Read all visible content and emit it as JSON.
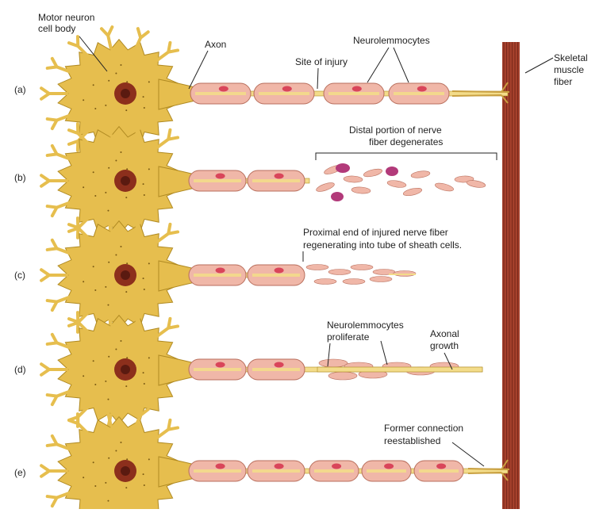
{
  "rows": [
    {
      "id": "a",
      "label": "(a)"
    },
    {
      "id": "b",
      "label": "(b)"
    },
    {
      "id": "c",
      "label": "(c)"
    },
    {
      "id": "d",
      "label": "(d)"
    },
    {
      "id": "e",
      "label": "(e)"
    }
  ],
  "labels": {
    "motor_neuron_line1": "Motor neuron",
    "motor_neuron_line2": "cell body",
    "axon": "Axon",
    "site_of_injury": "Site of injury",
    "neurolemmocytes": "Neurolemmocytes",
    "skeletal_line1": "Skeletal",
    "skeletal_line2": "muscle",
    "skeletal_line3": "fiber",
    "distal_line1": "Distal portion of nerve",
    "distal_line2": "fiber degenerates",
    "proximal_line1": "Proximal end of injured nerve fiber",
    "proximal_line2": "regenerating into tube of sheath cells.",
    "proliferate_line1": "Neurolemmocytes",
    "proliferate_line2": "proliferate",
    "axonal_line1": "Axonal",
    "axonal_line2": "growth",
    "former_line1": "Former connection",
    "former_line2": "reestablished"
  },
  "colors": {
    "cell_body": "#e6be4e",
    "cell_body_edge": "#b08a22",
    "nucleus": "#8c2f1c",
    "sheath": "#f0b7a8",
    "sheath_edge": "#b86e5c",
    "sheath_nucleus": "#d9455a",
    "axon": "#f3dc8a",
    "muscle": "#a5402c",
    "debris_cell": "#b23a7a"
  }
}
